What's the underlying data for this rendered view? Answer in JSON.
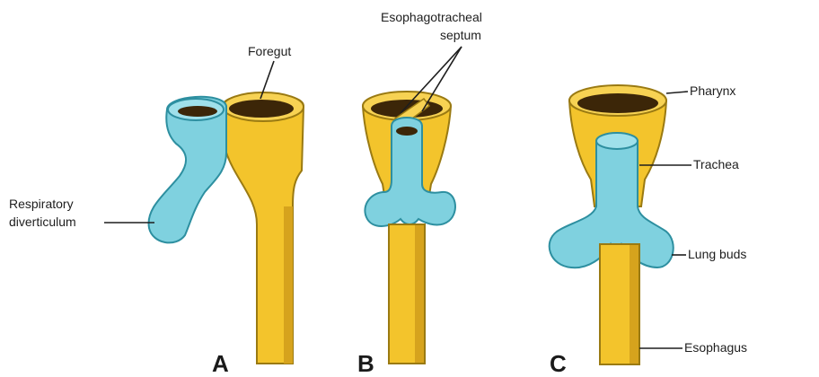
{
  "colors": {
    "endoderm_blue": "#7fd1df",
    "foregut_yellow": "#f3c42c",
    "lumen_dark": "#3c2608",
    "label_text": "#1e1e1e"
  },
  "panels": {
    "a": {
      "letter": "A"
    },
    "b": {
      "letter": "B"
    },
    "c": {
      "letter": "C"
    }
  },
  "labels": {
    "foregut": "Foregut",
    "respiratory_line1": "Respiratory",
    "respiratory_line2": "diverticulum",
    "septum_line1": "Esophagotracheal",
    "septum_line2": "septum",
    "pharynx": "Pharynx",
    "trachea": "Trachea",
    "lung_buds": "Lung buds",
    "esophagus": "Esophagus"
  }
}
